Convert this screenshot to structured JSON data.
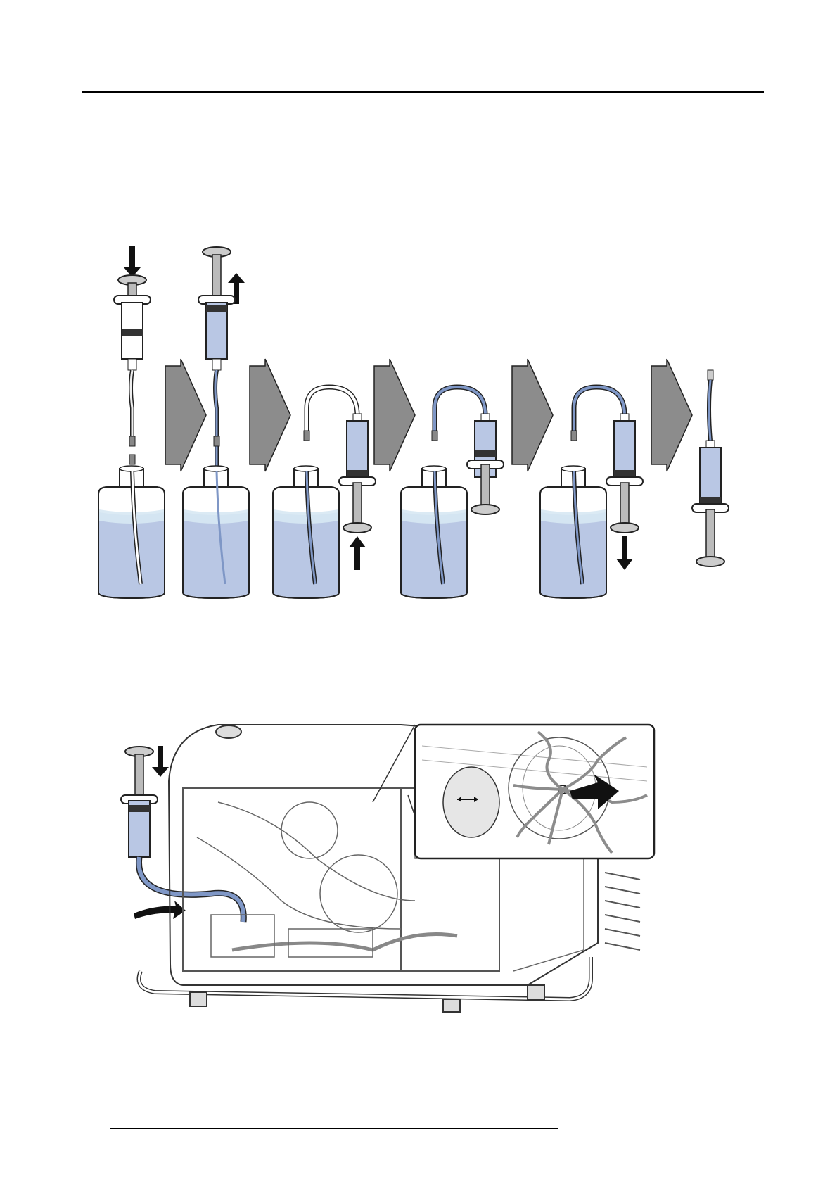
{
  "page": {
    "header_rule": true,
    "footer_rule": true
  },
  "figures": [
    {
      "id": "syringe-priming-sequence",
      "steps": 6,
      "liquid_color": "#b9c7e4",
      "tube_color": "#7f97c6",
      "step_arrow_color": "#8c8c8c"
    },
    {
      "id": "projector-liquid-injection",
      "spray_arrow_color": "#8c8c8c"
    }
  ],
  "icons": [
    "down-arrow-icon",
    "up-arrow-icon",
    "chevron-step-icon",
    "spray-arrow-icon"
  ]
}
